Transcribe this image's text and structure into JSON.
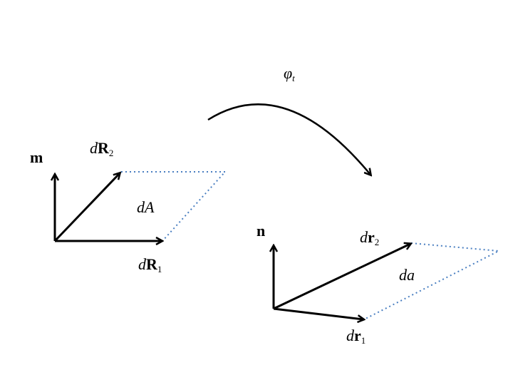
{
  "diagram": {
    "map_label": {
      "symbol": "φ",
      "sub": "t"
    },
    "reference": {
      "normal": "m",
      "vec1": {
        "d": "d",
        "v": "R",
        "sub": "1"
      },
      "vec2": {
        "d": "d",
        "v": "R",
        "sub": "2"
      },
      "area": "dA"
    },
    "current": {
      "normal": "n",
      "vec1": {
        "d": "d",
        "v": "r",
        "sub": "1"
      },
      "vec2": {
        "d": "d",
        "v": "r",
        "sub": "2"
      },
      "area": "da"
    },
    "colors": {
      "arrow": "#000000",
      "dotted": "#4a7fc1"
    }
  }
}
